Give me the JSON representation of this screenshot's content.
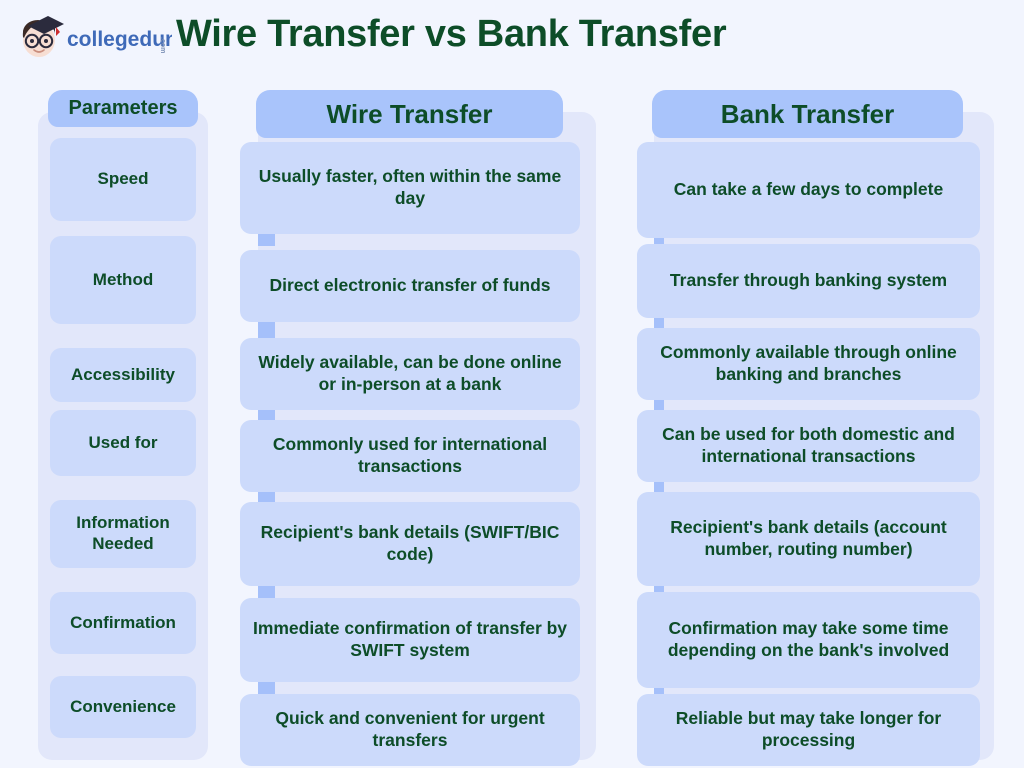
{
  "page": {
    "title": "Wire Transfer vs Bank Transfer",
    "background_color": "#f2f5fe",
    "title_color": "#0d4d28",
    "header_pill_color": "#a9c4fb",
    "card_color": "#ccdafb",
    "track_color": "#e2e7fa",
    "connector_color": "#a5c0fa"
  },
  "logo": {
    "brand": "collegedunia",
    "suffix": ".com",
    "icon": "collegedunia-graduate-face-logo",
    "brand_color": "#3f6ab8",
    "cap_color": "#2b2b3d"
  },
  "columns": [
    {
      "id": "parameters",
      "header": "Parameters",
      "items": [
        "Speed",
        "Method",
        "Accessibility",
        "Used for",
        "Information Needed",
        "Confirmation",
        "Convenience"
      ]
    },
    {
      "id": "wire_transfer",
      "header": "Wire Transfer",
      "items": [
        "Usually faster, often within the same day",
        "Direct electronic transfer of funds",
        "Widely available, can be done online or in-person at a bank",
        "Commonly used for international transactions",
        "Recipient's bank details (SWIFT/BIC code)",
        "Immediate confirmation of transfer by SWIFT system",
        "Quick and convenient for urgent transfers"
      ]
    },
    {
      "id": "bank_transfer",
      "header": "Bank Transfer",
      "items": [
        "Can take a few days to complete",
        "Transfer through banking system",
        "Commonly available through online banking and branches",
        "Can be used for both domestic and international transactions",
        "Recipient's bank details (account number, routing number)",
        "Confirmation may take some time depending on the bank's involved",
        "Reliable but may take longer for processing"
      ]
    }
  ]
}
